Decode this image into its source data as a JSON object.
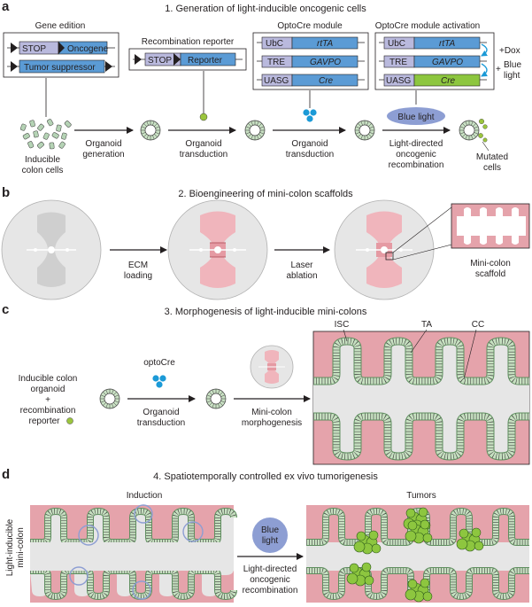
{
  "panels": {
    "a": {
      "letter": "a",
      "title": "1. Generation of light-inducible oncogenic cells",
      "gene_edition": {
        "heading": "Gene edition",
        "stop": "STOP",
        "oncogene": "Oncogene",
        "tumor_suppressor": "Tumor suppressor"
      },
      "recombination_reporter": {
        "heading": "Recombination reporter",
        "stop": "STOP",
        "reporter": "Reporter"
      },
      "optocre_module": {
        "heading": "OptoCre module",
        "ubc": "UbC",
        "rtta": "rtTA",
        "tre": "TRE",
        "gavpo": "GAVPO",
        "uasg": "UASG",
        "cre": "Cre"
      },
      "optocre_activation": {
        "heading": "OptoCre module activation",
        "ubc": "UbC",
        "rtta": "rtTA",
        "tre": "TRE",
        "gavpo": "GAVPO",
        "uasg": "UASG",
        "cre": "Cre",
        "dox": "+Dox",
        "blue_light": "Blue light",
        "plus": "+"
      },
      "labels": {
        "inducible_cells": [
          "Inducible",
          "colon cells"
        ],
        "organoid_generation": [
          "Organoid",
          "generation"
        ],
        "organoid_transduction_1": [
          "Organoid",
          "transduction"
        ],
        "organoid_transduction_2": [
          "Organoid",
          "transduction"
        ],
        "blue_light": "Blue light",
        "light_directed": [
          "Light-directed",
          "oncogenic",
          "recombination"
        ],
        "mutated_cells": [
          "Mutated",
          "cells"
        ]
      }
    },
    "b": {
      "letter": "b",
      "title": "2. Bioengineering of mini-colon scaffolds",
      "ecm_loading": [
        "ECM",
        "loading"
      ],
      "laser_ablation": [
        "Laser",
        "ablation"
      ],
      "mini_colon_scaffold": [
        "Mini-colon",
        "scaffold"
      ]
    },
    "c": {
      "letter": "c",
      "title": "3. Morphogenesis of light-inducible mini-colons",
      "inducible_organoid": [
        "Inducible colon",
        "organoid",
        "+",
        "recombination",
        "reporter"
      ],
      "optocre": "optoCre",
      "organoid_transduction": [
        "Organoid",
        "transduction"
      ],
      "morphogenesis": [
        "Mini-colon",
        "morphogenesis"
      ],
      "isc": "ISC",
      "ta": "TA",
      "cc": "CC"
    },
    "d": {
      "letter": "d",
      "title": "4. Spatiotemporally controlled ex vivo tumorigenesis",
      "side_label": [
        "Light-inducible",
        "mini-colon"
      ],
      "induction": "Induction",
      "blue_light": [
        "Blue",
        "light"
      ],
      "light_directed": [
        "Light-directed",
        "oncogenic",
        "recombination"
      ],
      "tumors": "Tumors"
    }
  },
  "colors": {
    "pink": "#e5a3ab",
    "blue_box": "#5b9bd5",
    "lavender": "#b9b9dd",
    "green_cre": "#8dc63f",
    "epithelium": "#b5d3b5",
    "blue_light": "#8d9ed3",
    "dot_blue": "#1b9ad7",
    "dot_green": "#9bc53d"
  }
}
